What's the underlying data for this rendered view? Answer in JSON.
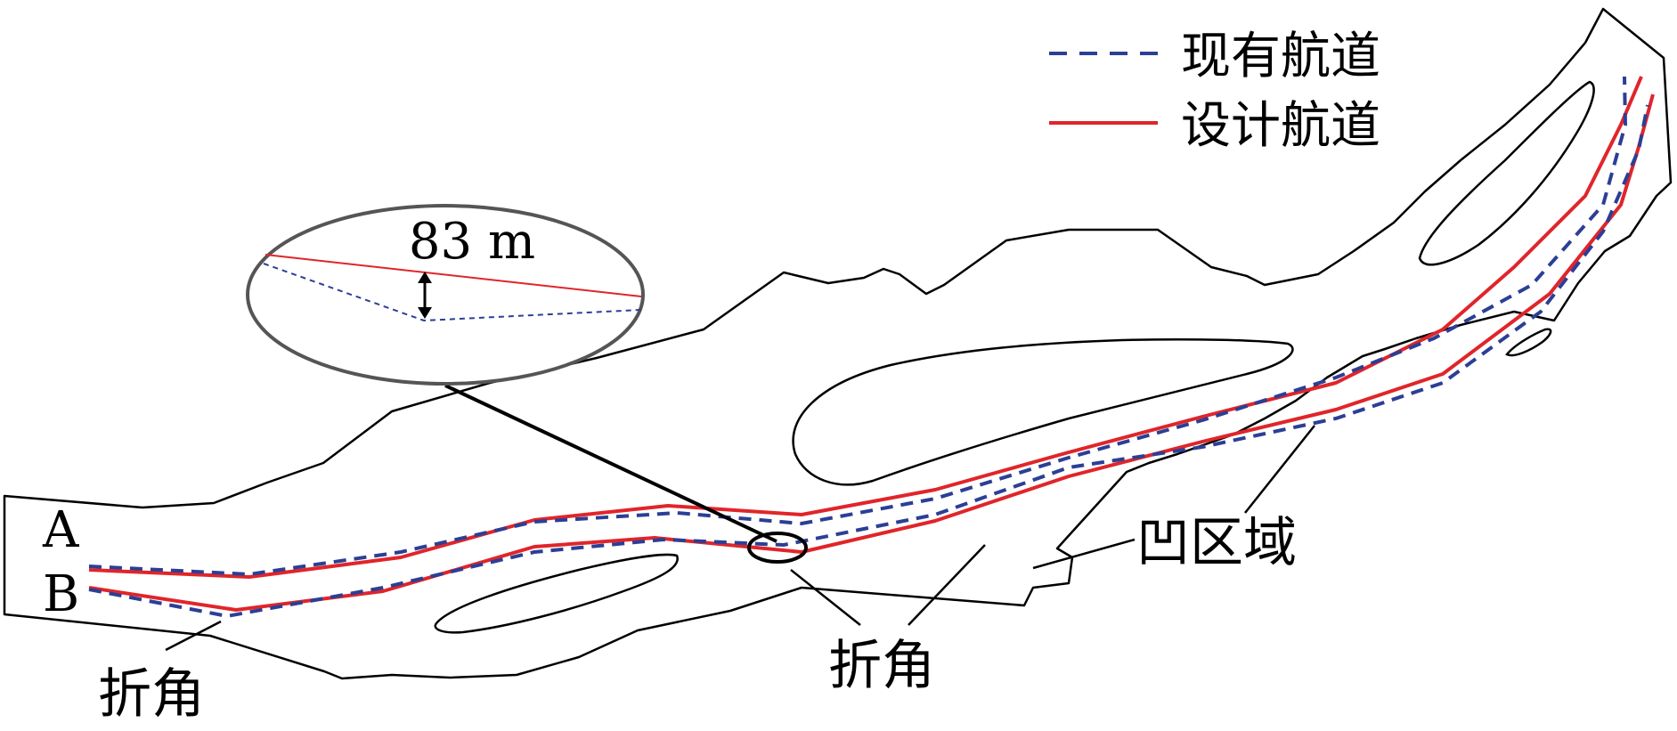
{
  "legend": {
    "existing_label": "现有航道",
    "design_label": "设计航道"
  },
  "annotations": {
    "line_a": "A",
    "line_b": "B",
    "bend_left": "折角",
    "bend_center": "折角",
    "concave_region": "凹区域",
    "offset_distance": "83 m"
  },
  "colors": {
    "existing_channel": "#2b3f95",
    "design_channel": "#e0252a",
    "outline": "#000000",
    "inset_border": "#555555"
  }
}
